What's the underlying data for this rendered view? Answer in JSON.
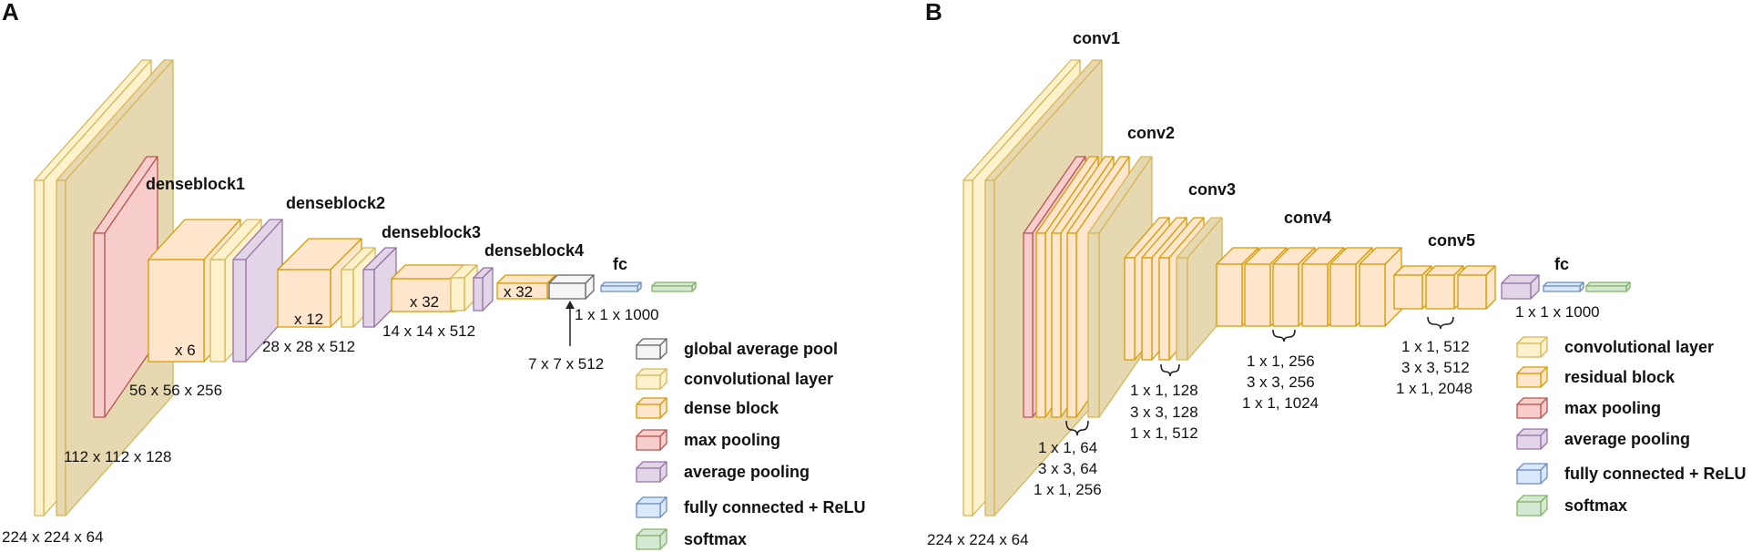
{
  "colors": {
    "conv_fill": "#fff2cc",
    "conv_stroke": "#d6b656",
    "block_fill": "#ffe6cc",
    "block_stroke": "#d79b00",
    "pool_fill": "#f8cecc",
    "pool_stroke": "#b85450",
    "avg_fill": "#e1d5e7",
    "avg_stroke": "#9673a6",
    "gap_fill": "#f5f5f5",
    "gap_stroke": "#666666",
    "fc_fill": "#dae8fc",
    "fc_stroke": "#6c8ebf",
    "softmax_fill": "#d5e8d4",
    "softmax_stroke": "#82b366"
  },
  "panel_a": {
    "letter": "A",
    "titles": {
      "denseblock1": "denseblock1",
      "denseblock2": "denseblock2",
      "denseblock3": "denseblock3",
      "denseblock4": "denseblock4",
      "fc": "fc"
    },
    "multipliers": {
      "db1": "x 6",
      "db2": "x 12",
      "db3": "x 32",
      "db4": "x 32"
    },
    "dims": {
      "d224": "224 x 224 x 64",
      "d112": "112 x 112 x 128",
      "d56": "56 x 56 x 256",
      "d28": "28 x 28 x 512",
      "d14": "14 x 14 x 512",
      "d7": "7 x 7 x 512",
      "d1": "1 x 1 x 1000"
    },
    "legend": [
      {
        "label": "global average pool",
        "kind": "gap"
      },
      {
        "label": "convolutional layer",
        "kind": "conv"
      },
      {
        "label": "dense block",
        "kind": "block"
      },
      {
        "label": "max pooling",
        "kind": "pool"
      },
      {
        "label": "average pooling",
        "kind": "avg"
      },
      {
        "label": "fully connected + ReLU",
        "kind": "fc"
      },
      {
        "label": "softmax",
        "kind": "softmax"
      }
    ]
  },
  "panel_b": {
    "letter": "B",
    "titles": {
      "conv1": "conv1",
      "conv2": "conv2",
      "conv3": "conv3",
      "conv4": "conv4",
      "conv5": "conv5",
      "fc": "fc"
    },
    "dims": {
      "d224": "224 x 224 x 64",
      "d1": "1 x 1 x 1000"
    },
    "block_specs": {
      "conv2": [
        "1 x 1, 64",
        "3 x 3, 64",
        "1 x 1, 256"
      ],
      "conv3": [
        "1 x 1, 128",
        "3 x 3, 128",
        "1 x 1, 512"
      ],
      "conv4": [
        "1 x 1, 256",
        "3 x 3, 256",
        "1 x 1, 1024"
      ],
      "conv5": [
        "1 x 1, 512",
        "3 x 3, 512",
        "1 x 1, 2048"
      ]
    },
    "legend": [
      {
        "label": "convolutional layer",
        "kind": "conv"
      },
      {
        "label": "residual block",
        "kind": "block"
      },
      {
        "label": "max pooling",
        "kind": "pool"
      },
      {
        "label": "average pooling",
        "kind": "avg"
      },
      {
        "label": "fully connected + ReLU",
        "kind": "fc"
      },
      {
        "label": "softmax",
        "kind": "softmax"
      }
    ]
  }
}
